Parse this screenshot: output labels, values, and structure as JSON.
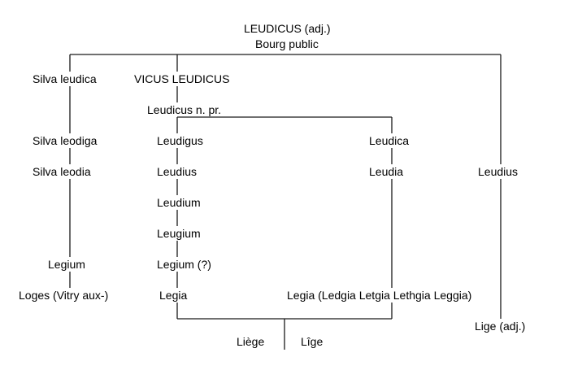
{
  "root": {
    "title": "LEUDICUS (adj.)",
    "subtitle": "Bourg public"
  },
  "branch_left": {
    "items": [
      "Silva leudica",
      "Silva leodiga",
      "Silva leodia",
      "Legium",
      "Loges (Vitry aux-)"
    ]
  },
  "branch_center": {
    "head": "VICUS LEUDICUS",
    "sub": "Leudicus n. pr."
  },
  "sub_left": {
    "items": [
      "Leudigus",
      "Leudius",
      "Leudium",
      "Leugium",
      "Legium (?)",
      "Legia"
    ]
  },
  "sub_right": {
    "items": [
      "Leudica",
      "Leudia",
      "Legia (Ledgia Letgia Lethgia Leggia)"
    ]
  },
  "branch_right": {
    "items": [
      "Leudius",
      "Lige (adj.)"
    ]
  },
  "outcomes": {
    "left": "Liège",
    "right": "Lîge"
  }
}
